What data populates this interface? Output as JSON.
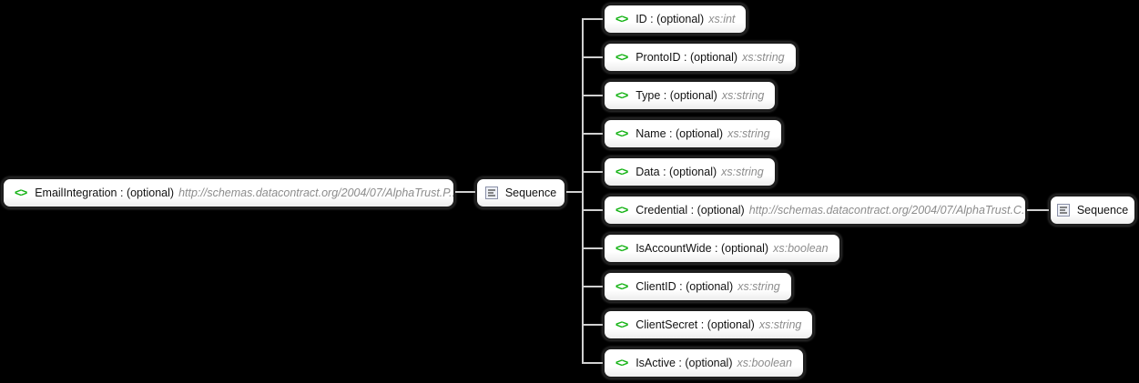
{
  "diagram": {
    "separator": " : ",
    "root": {
      "name": "EmailIntegration",
      "modifier": "(optional)",
      "type": "http://schemas.datacontract.org/2004/07/AlphaTrust.P..."
    },
    "root_sequence_label": "Sequence",
    "child_sequence_label": "Sequence",
    "children": [
      {
        "name": "ID",
        "modifier": "(optional)",
        "type": "xs:int"
      },
      {
        "name": "ProntoID",
        "modifier": "(optional)",
        "type": "xs:string"
      },
      {
        "name": "Type",
        "modifier": "(optional)",
        "type": "xs:string"
      },
      {
        "name": "Name",
        "modifier": "(optional)",
        "type": "xs:string"
      },
      {
        "name": "Data",
        "modifier": "(optional)",
        "type": "xs:string"
      },
      {
        "name": "Credential",
        "modifier": "(optional)",
        "type": "http://schemas.datacontract.org/2004/07/AlphaTrust.C..."
      },
      {
        "name": "IsAccountWide",
        "modifier": "(optional)",
        "type": "xs:boolean"
      },
      {
        "name": "ClientID",
        "modifier": "(optional)",
        "type": "xs:string"
      },
      {
        "name": "ClientSecret",
        "modifier": "(optional)",
        "type": "xs:string"
      },
      {
        "name": "IsActive",
        "modifier": "(optional)",
        "type": "xs:boolean"
      }
    ]
  },
  "colors": {
    "background": "#000000",
    "accent_green": "#12b212",
    "type_gray": "#8c8c8c",
    "line": "#d0d0d0",
    "node_fill": "#ffffff",
    "node_border": "#1d1d1d",
    "seq_icon_border": "#8a90a8"
  }
}
